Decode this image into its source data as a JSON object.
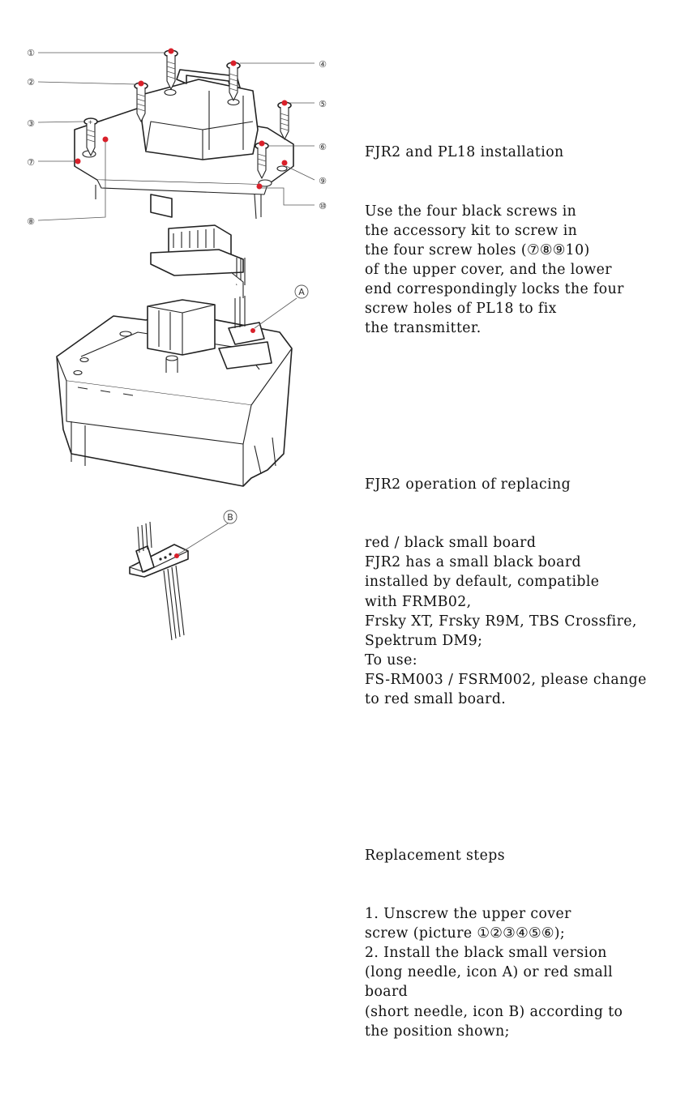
{
  "callouts": {
    "c1": "①",
    "c2": "②",
    "c3": "③",
    "c4": "④",
    "c5": "⑤",
    "c6": "⑥",
    "c7": "⑦",
    "c8": "⑧",
    "c9": "⑨",
    "c10": "⑩",
    "A": "A",
    "B": "B"
  },
  "colors": {
    "marker": "#d9202a",
    "outline": "#222222"
  },
  "text": {
    "install_title": "FJR2 and PL18 installation",
    "install_body": [
      "Use the four black screws in",
      "the accessory kit to screw in",
      "the four screw holes (⑦⑧⑨10)",
      "of the upper cover, and the lower",
      "end correspondingly locks the four",
      "screw holes of PL18 to fix",
      "the transmitter."
    ],
    "replace_title": "FJR2 operation of replacing",
    "replace_body": [
      "red / black small board",
      "FJR2 has a small black board",
      "installed by default, compatible",
      "with FRMB02,",
      "Frsky XT, Frsky R9M, TBS Crossfire,",
      "Spektrum DM9;",
      "To use:",
      "FS-RM003 / FSRM002, please change",
      "to red small board."
    ],
    "steps_title": "Replacement steps",
    "steps_body": [
      "1. Unscrew the upper cover",
      "screw (picture ①②③④⑤⑥);",
      "2. Install the black small version",
      "(long needle, icon A) or red small",
      "board",
      "(short needle, icon B) according to",
      "the position shown;"
    ]
  }
}
